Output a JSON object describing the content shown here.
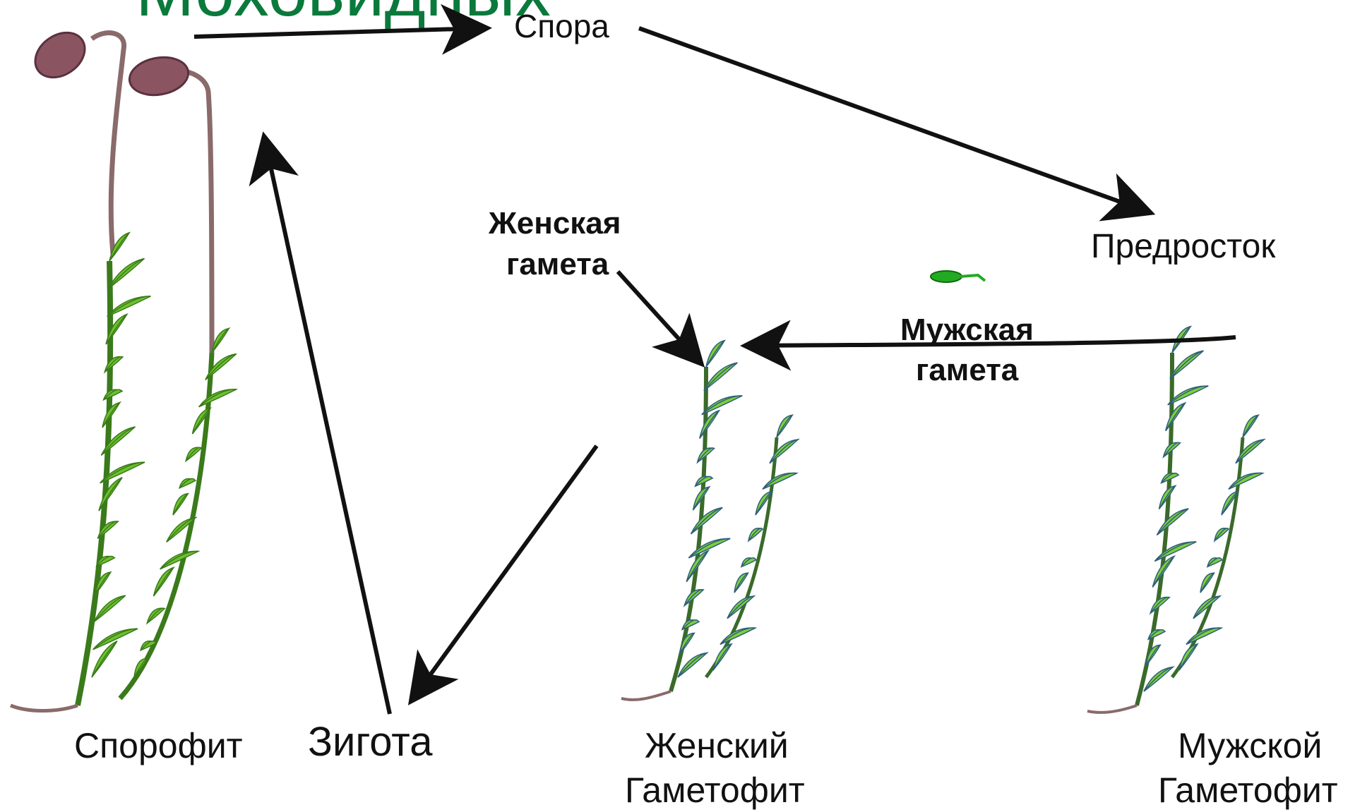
{
  "diagram": {
    "title": "Моховидных",
    "labels": {
      "spore": "Спора",
      "protonema": "Предросток",
      "female_gamete_line1": "Женская",
      "female_gamete_line2": "гамета",
      "male_gamete_line1": "Мужская",
      "male_gamete_line2": "гамета",
      "sporophyte": "Спорофит",
      "zygote": "Зигота",
      "female_gametophyte_line1": "Женский",
      "female_gametophyte_line2": "Гаметофит",
      "male_gametophyte_line1": "Мужской",
      "male_gametophyte_line2": "Гаметофит"
    },
    "colors": {
      "title": "#0a7a3c",
      "arrow": "#111111",
      "moss_green": "#5fbf2a",
      "moss_dark": "#3a7a1a",
      "capsule": "#8a5560",
      "sperm": "#22aa22"
    }
  }
}
